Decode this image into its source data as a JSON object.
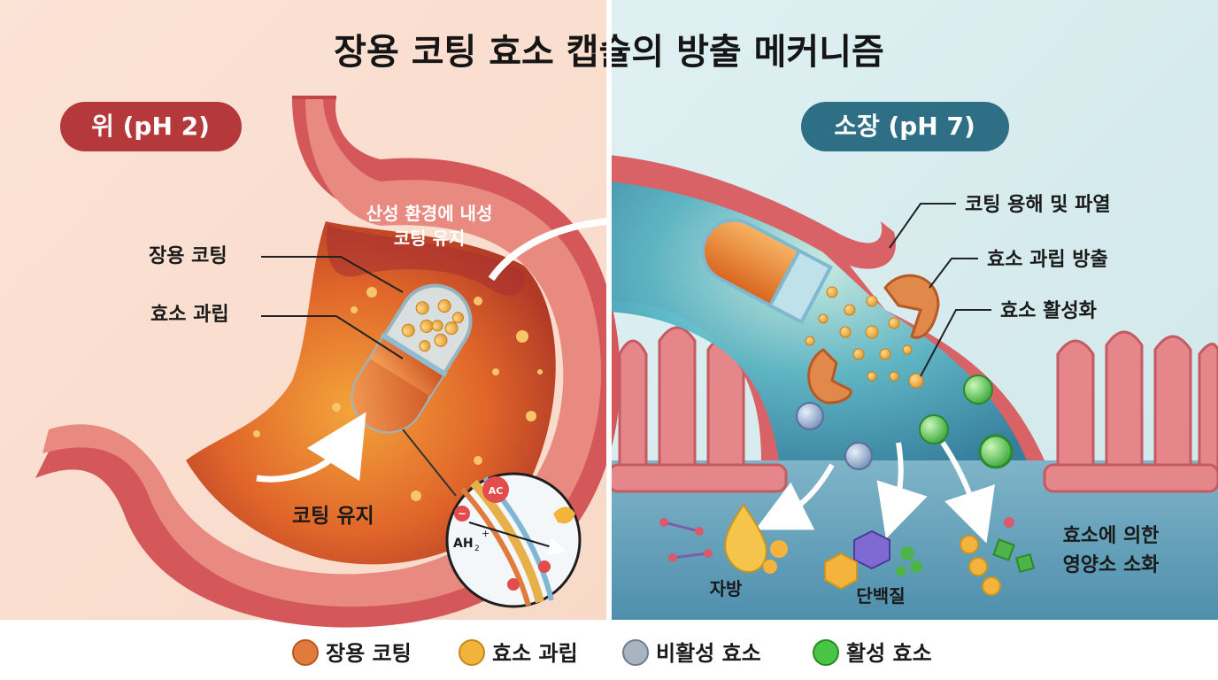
{
  "title": "장용 코팅 효소 캡슐의 방출 메커니즘",
  "left_panel": {
    "badge": "위 (pH 2)",
    "acid_note_line1": "산성 환경에 내성",
    "acid_note_line2": "코팅 유지",
    "label_coating": "장용 코팅",
    "label_granules": "효소 과립",
    "label_maintain": "코팅 유지",
    "inset_ion1": "AC",
    "inset_ion2": "AH",
    "badge_color": "#b5383a"
  },
  "right_panel": {
    "badge": "소장 (pH 7)",
    "label_dissolve": "코팅 용해 및 파열",
    "label_release": "효소 과립 방출",
    "label_activate": "효소 활성화",
    "label_fat": "자방",
    "label_protein": "단백질",
    "label_digest_line1": "효소에 의한",
    "label_digest_line2": "영양소 소화",
    "badge_color": "#2e6f86"
  },
  "legend": [
    {
      "label": "장용 코팅",
      "color": "#e07b3c"
    },
    {
      "label": "효소 과립",
      "color": "#f2b33d"
    },
    {
      "label": "비활성 효소",
      "color": "#a9b4c2"
    },
    {
      "label": "활성 효소",
      "color": "#49c443"
    }
  ]
}
